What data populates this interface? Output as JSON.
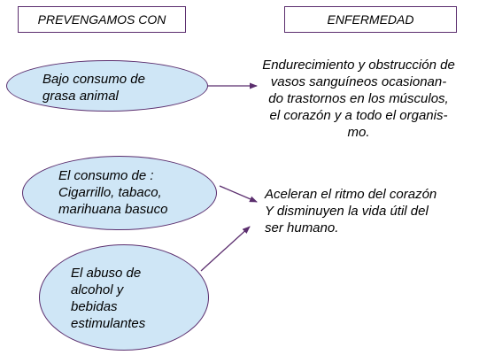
{
  "headers": {
    "left": "PREVENGAMOS CON",
    "right": "ENFERMEDAD"
  },
  "causes": [
    {
      "lines": [
        "Bajo consumo de",
        "grasa animal"
      ]
    },
    {
      "lines": [
        "El consumo de :",
        "Cigarrillo, tabaco,",
        "marihuana basuco"
      ]
    },
    {
      "lines": [
        "El abuso de",
        "alcohol y",
        "bebidas",
        "estimulantes"
      ]
    }
  ],
  "effects": [
    {
      "lines": [
        "Endurecimiento y obstrucción de",
        "vasos sanguíneos ocasionan-",
        "do trastornos en los músculos,",
        "el corazón y a todo el organis-",
        "mo."
      ]
    },
    {
      "lines": [
        "Aceleran el ritmo del corazón",
        "Y disminuyen la vida útil del",
        "ser humano."
      ]
    }
  ],
  "colors": {
    "ellipse_fill": "#cfe6f6",
    "outline": "#5b2e6e",
    "arrow": "#5b2e6e"
  }
}
